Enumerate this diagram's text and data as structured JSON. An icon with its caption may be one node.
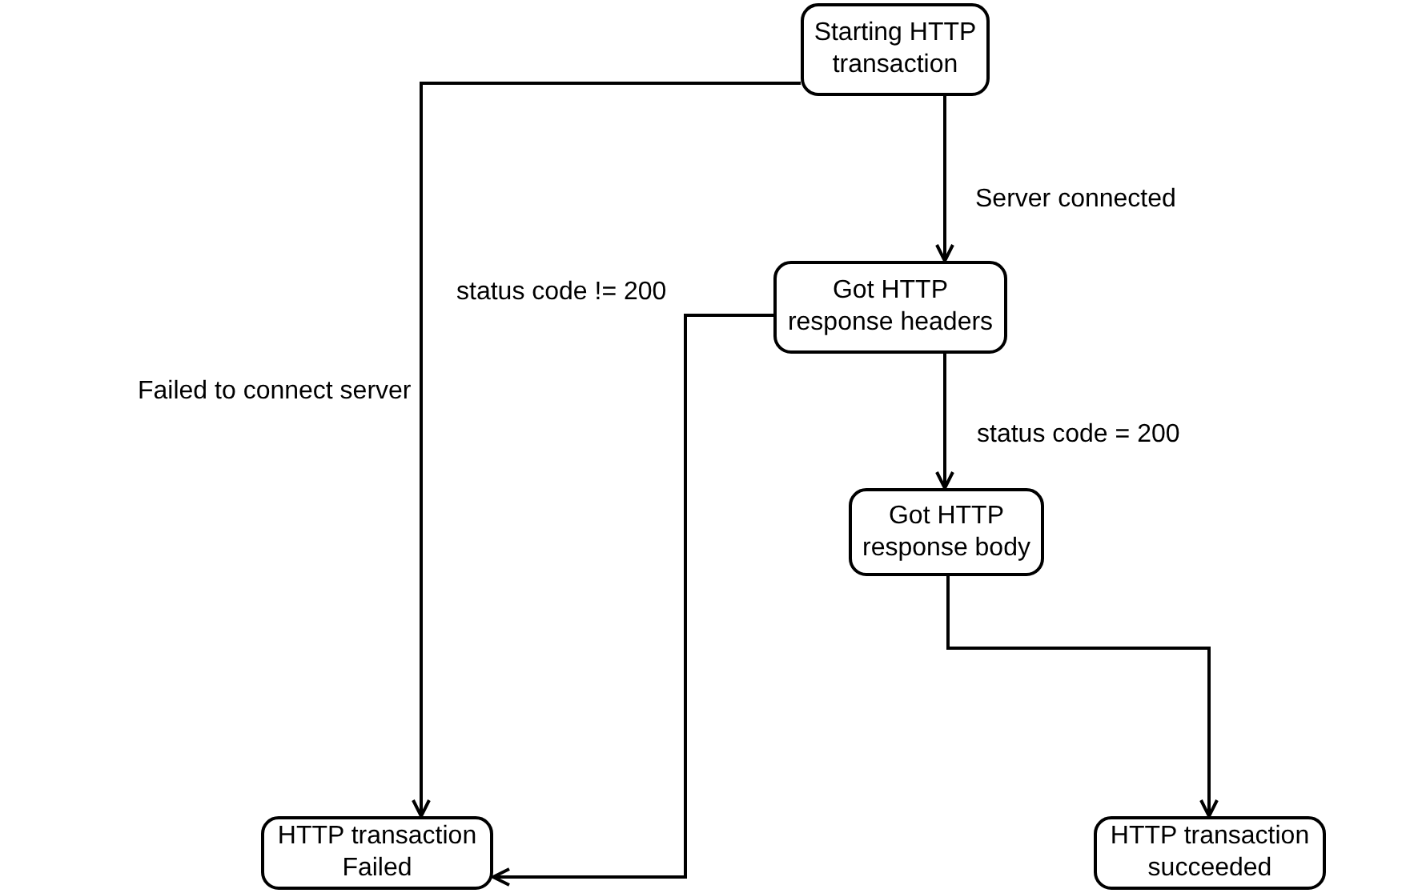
{
  "diagram": {
    "nodes": [
      {
        "text": [
          "Starting HTTP transaction"
        ]
      },
      {
        "text": [
          "Got HTTP response headers"
        ]
      },
      {
        "text": [
          "Got HTTP response body"
        ]
      },
      {
        "text": [
          "HTTP transaction Failed"
        ]
      },
      {
        "text": [
          "HTTP transaction succeeded"
        ]
      }
    ],
    "edges": [
      {
        "from": 0,
        "to": 1,
        "arrow": "to",
        "label": "Server connected"
      },
      {
        "from": 0,
        "to": 3,
        "arrow": "to",
        "label": "Failed to connect server"
      },
      {
        "from": 1,
        "to": 3,
        "arrow": "to",
        "label": "status code != 200"
      },
      {
        "from": 1,
        "to": 2,
        "arrow": "to",
        "label": "status code = 200"
      },
      {
        "from": 2,
        "to": 4,
        "arrow": "to"
      }
    ]
  }
}
